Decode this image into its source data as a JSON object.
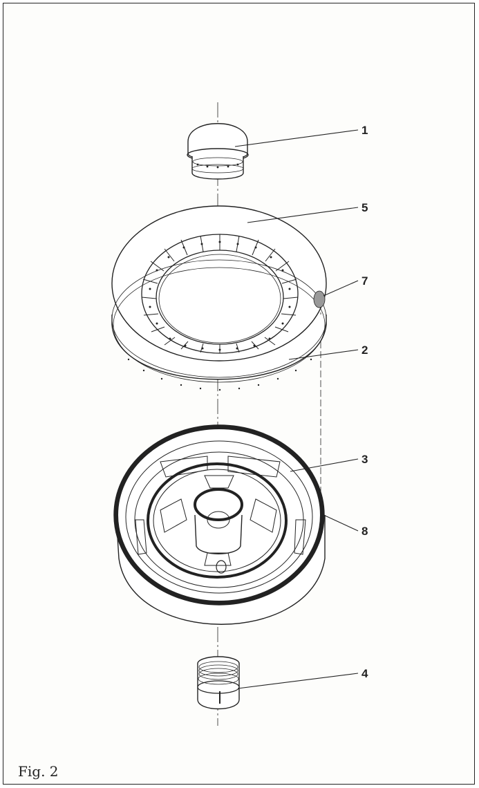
{
  "figure": {
    "caption": "Fig. 2",
    "callouts": [
      {
        "id": "1",
        "label": "1"
      },
      {
        "id": "5",
        "label": "5"
      },
      {
        "id": "7",
        "label": "7"
      },
      {
        "id": "2",
        "label": "2"
      },
      {
        "id": "3",
        "label": "3"
      },
      {
        "id": "8",
        "label": "8"
      },
      {
        "id": "4",
        "label": "4"
      }
    ]
  },
  "colors": {
    "line": "#222222",
    "paper": "#fdfdfb"
  }
}
